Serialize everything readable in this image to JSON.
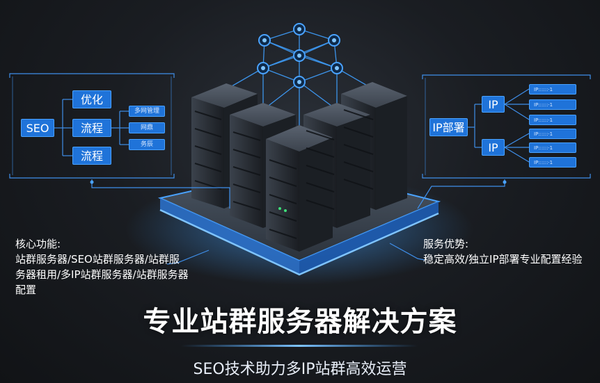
{
  "left_diagram": {
    "root": "SEO",
    "branches": [
      "优化",
      "流程",
      "流程"
    ],
    "leaves": [
      "多网管理",
      "网鼎",
      "务辰"
    ]
  },
  "right_diagram": {
    "root": "IP部署",
    "branches": [
      "IP",
      "IP"
    ],
    "leaves": [
      "IP::::::·1",
      "IP::::::·1",
      "IP::::::·1",
      "IP::::::·1",
      "IP::::::·1",
      "IP::::::·1"
    ]
  },
  "core": {
    "title": "核心功能:",
    "body": "站群服务器/SEO站群服务器/站群服务器租用/多IP站群服务器/站群服务器配置"
  },
  "advantage": {
    "title": "服务优势:",
    "body": "稳定高效/独立IP部署专业配置经验"
  },
  "main_title": "专业站群服务器解决方案",
  "subtitle": "SEO技术助力多IP站群高效运营",
  "colors": {
    "accent": "#1f73d9",
    "glow": "#3fa0ff",
    "background": "#15181d"
  }
}
